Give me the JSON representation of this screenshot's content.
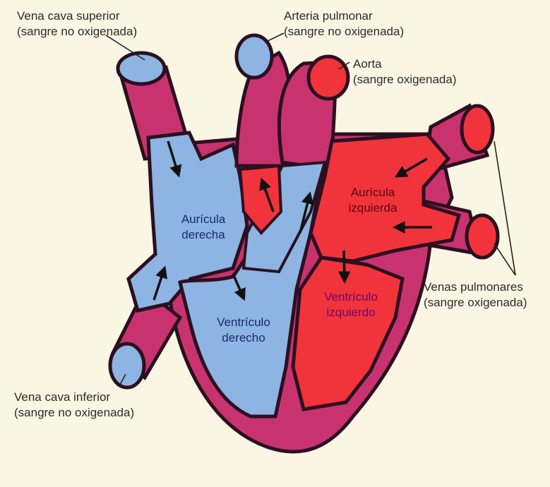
{
  "labels": {
    "vena_cava_superior": {
      "line1": "Vena cava superior",
      "line2": "(sangre no oxigenada)"
    },
    "arteria_pulmonar": {
      "line1": "Arteria pulmonar",
      "line2": "(sangre no oxigenada)"
    },
    "aorta": {
      "line1": "Aorta",
      "line2": "(sangre oxigenada)"
    },
    "venas_pulmonares": {
      "line1": "Venas pulmonares",
      "line2": "(sangre oxigenada)"
    },
    "vena_cava_inferior": {
      "line1": "Vena cava inferior",
      "line2": "(sangre no oxigenada)"
    }
  },
  "chambers": {
    "auricula_derecha": {
      "line1": "Aurícula",
      "line2": "derecha"
    },
    "auricula_izquierda": {
      "line1": "Aurícula",
      "line2": "izquierda"
    },
    "ventriculo_derecho": {
      "line1": "Ventrículo",
      "line2": "derecho"
    },
    "ventriculo_izquierdo": {
      "line1": "Ventrículo",
      "line2": "izquierdo"
    }
  },
  "colors": {
    "background": "#fbf6e3",
    "vessel_wall": "#c8336f",
    "deoxygenated_blood": "#8db4e2",
    "oxygenated_blood": "#f1333b",
    "outline": "#2b1020"
  }
}
